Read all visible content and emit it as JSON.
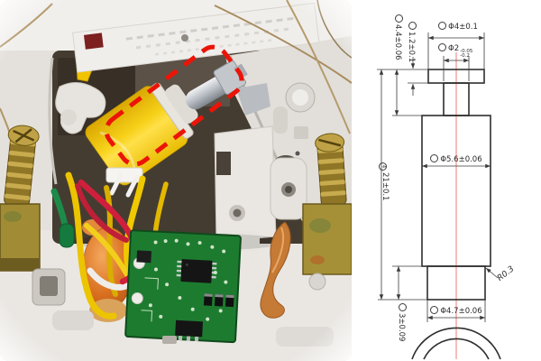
{
  "drawing": {
    "dims": {
      "phi4": {
        "balloon": "",
        "label": "Φ4±0.1"
      },
      "phi2": {
        "balloon": "",
        "base": "Φ2",
        "tol_top": "-0.05",
        "tol_bottom": "-0.2"
      },
      "h44": {
        "balloon": "",
        "label": "4.4±0.06"
      },
      "h12": {
        "balloon": "",
        "label": "1.2±0.1"
      },
      "len21": {
        "balloon": "4",
        "label": "21±0.1"
      },
      "phi56": {
        "balloon": "",
        "label": "Φ5.6±0.06"
      },
      "phi47": {
        "balloon": "",
        "label": "Φ4.7±0.06"
      },
      "h3": {
        "balloon": "",
        "label": "3±0.09"
      },
      "r03": {
        "label": "R0.3"
      }
    },
    "colors": {
      "outline": "#2e2e2e",
      "dimension": "#444444",
      "centerline": "#f07878"
    }
  },
  "photo": {
    "highlight_color": "#eb1407",
    "colors": {
      "solenoid_yellow": "#f2c410",
      "pcb_green": "#1e7b30",
      "brass": "#a59038",
      "copper": "#c57a35"
    }
  }
}
